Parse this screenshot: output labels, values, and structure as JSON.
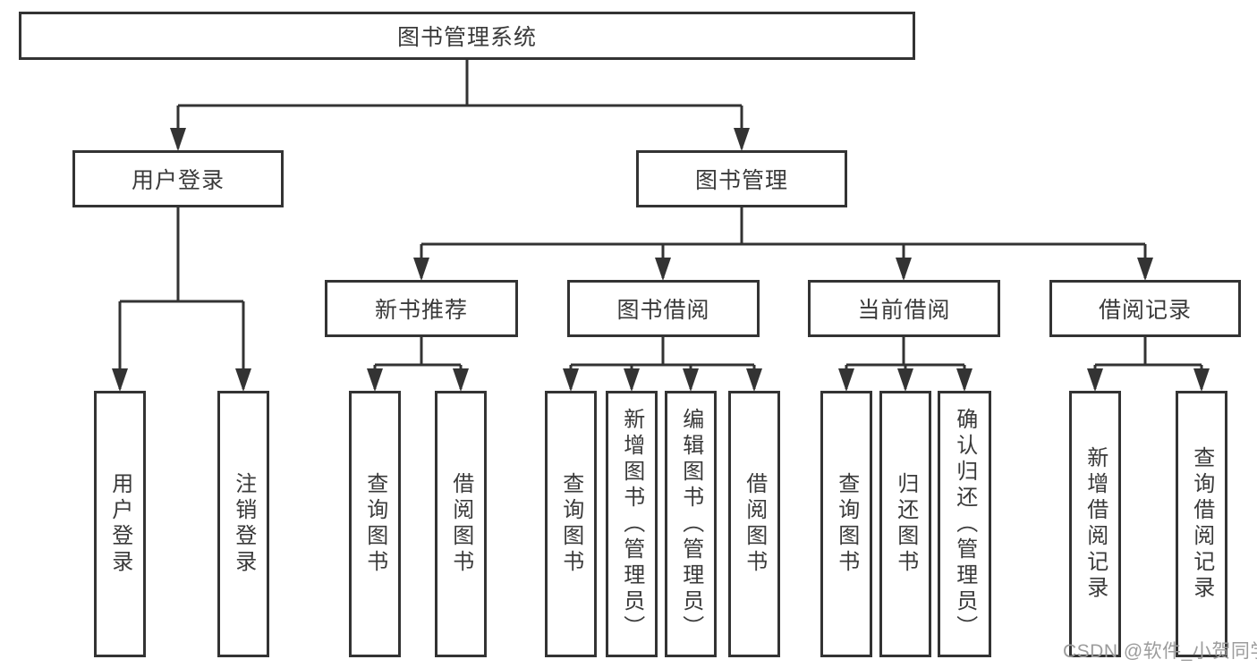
{
  "diagram": {
    "title": "图书管理系统",
    "tree": {
      "root": {
        "label": "图书管理系统"
      },
      "branches": [
        {
          "label": "用户登录",
          "children": [
            {
              "label": "用户登录"
            },
            {
              "label": "注销登录"
            }
          ]
        },
        {
          "label": "图书管理",
          "children": [
            {
              "label": "新书推荐",
              "children": [
                {
                  "label": "查询图书"
                },
                {
                  "label": "借阅图书"
                }
              ]
            },
            {
              "label": "图书借阅",
              "children": [
                {
                  "label": "查询图书"
                },
                {
                  "label": "新增图书（管理员）"
                },
                {
                  "label": "编辑图书（管理员）"
                },
                {
                  "label": "借阅图书"
                }
              ]
            },
            {
              "label": "当前借阅",
              "children": [
                {
                  "label": "查询图书"
                },
                {
                  "label": "归还图书"
                },
                {
                  "label": "确认归还（管理员）"
                }
              ]
            },
            {
              "label": "借阅记录",
              "children": [
                {
                  "label": "新增借阅记录"
                },
                {
                  "label": "查询借阅记录"
                }
              ]
            }
          ]
        }
      ]
    },
    "colors": {
      "line": "#333333",
      "box_border": "#333333",
      "box_fill": "#ffffff",
      "text": "#3a3a3a",
      "watermark": "#9c9c9c"
    }
  },
  "watermark": {
    "text": "CSDN @软件_小贺同学"
  }
}
